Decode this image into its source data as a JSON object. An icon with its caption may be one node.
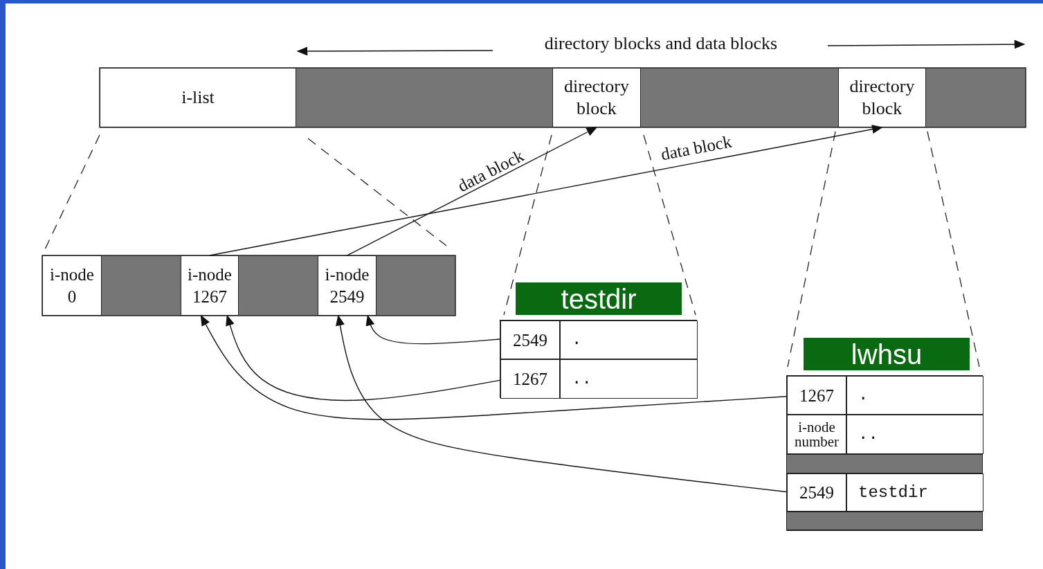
{
  "diagram": {
    "nodes": [
      {
        "text": [
          "i-list"
        ]
      },
      {
        "text": [
          "directory block"
        ]
      },
      {
        "text": [
          "directory block"
        ]
      },
      {
        "text": [
          "i-node 0"
        ]
      },
      {
        "text": [
          "i-node 1267"
        ]
      },
      {
        "text": [
          "i-node 2549"
        ]
      },
      {
        "text": [
          "testdir"
        ]
      },
      {
        "text": [],
        "shape": "box"
      },
      {
        "text": [
          "2549"
        ],
        "in": 7
      },
      {
        "text": [
          "."
        ],
        "in": 7
      },
      {
        "text": [
          "1267"
        ],
        "in": 7
      },
      {
        "text": [
          ".."
        ],
        "in": 7
      },
      {
        "text": [
          "lwhsu"
        ]
      },
      {
        "text": [],
        "shape": "box"
      },
      {
        "text": [
          "1267"
        ],
        "in": 13
      },
      {
        "text": [
          "."
        ],
        "in": 13
      },
      {
        "text": [
          "i-node number"
        ],
        "in": 13
      },
      {
        "text": [
          ".."
        ],
        "in": 13
      },
      {
        "text": [
          "2549"
        ],
        "in": 13
      },
      {
        "text": [
          "testdir"
        ],
        "in": 13
      }
    ],
    "edges": [
      {
        "from": 5,
        "to": 1,
        "arrow": "to",
        "label": "data block"
      },
      {
        "from": 4,
        "to": 2,
        "arrow": "to",
        "label": "data block"
      },
      {
        "from": 8,
        "to": 5,
        "arrow": "to"
      },
      {
        "from": 10,
        "to": 4,
        "arrow": "to"
      },
      {
        "from": 14,
        "to": 4,
        "arrow": "to"
      },
      {
        "from": 18,
        "to": 5,
        "arrow": "to"
      }
    ],
    "labels": [
      "directory blocks and data blocks"
    ]
  }
}
